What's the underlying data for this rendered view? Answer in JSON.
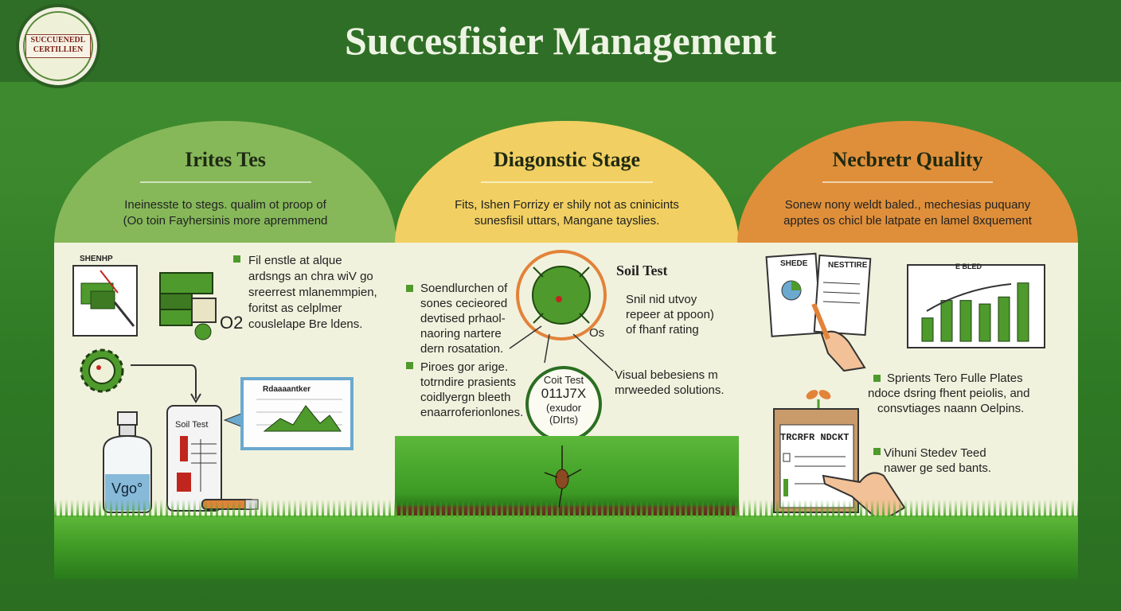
{
  "header": {
    "title": "Succesfisier Management",
    "seal_text": "SUCCUENEDL CERTILLIEN"
  },
  "colors": {
    "header_bg": "#2f6e26",
    "panel_bg": "#f1f2dd",
    "dome_left": "#86b85a",
    "dome_middle": "#f1cf62",
    "dome_right": "#df8f3a",
    "accent_green": "#4e9a2c",
    "accent_red": "#c0261d"
  },
  "panels": [
    {
      "title": "Irites Tes",
      "description_line1": "Ineinesste to stegs. qualim ot proop of",
      "description_line2": "(Oo toin Fayhersinis more apremmend",
      "bullet_text": [
        "Fil enstle at alque",
        "ardsngs an chra wiV go",
        "sreerrest mlanemmpien,",
        "foritst as celplmer",
        "couslelape Bre ldens."
      ],
      "label_o2": "O2",
      "notebook_label": "SHENHP",
      "chart_card_title": "Rdaaaantker",
      "device_label": "Soil Test",
      "bottle_label": "Vgo°"
    },
    {
      "title": "Diagonstic Stage",
      "description_line1": "Fits, Ishen Forrizy er shily not as cninicints",
      "description_line2": "sunesfisil uttars, Mangane tayslies.",
      "soil_test_label": "Soil Test",
      "soil_test_lines": [
        "Snil nid utvoy",
        "repeer at ppoon)",
        "of fhanf rating"
      ],
      "os_label": "Os",
      "left_lines_a": [
        "Soendlurchen of",
        "sones cecieored",
        "devtised prhaol-",
        "naoring nartere",
        "dern rosatation."
      ],
      "left_lines_b": [
        "Piroes gor arige.",
        "totrndire prasients",
        "coidlyergn bleeth",
        "enaarroferionlones."
      ],
      "circle_lines": [
        "Coit Test",
        "011J7X",
        "(exudor",
        "(DIrts)"
      ],
      "right_lines": [
        "Visual bebesiens m",
        "mrweeded solutions."
      ]
    },
    {
      "title": "Necbretr Quality",
      "description_line1": "Sonew nony weldt baled., mechesias puquany",
      "description_line2": "apptes os chicl ble latpate en lamel 8xquement",
      "doc_label_a": "SHEDE",
      "doc_label_b": "NESTTIRE",
      "chart_label": "E BLED",
      "bullets_a": [
        "Sprients Tero Fulle Plates",
        "ndoce dsring fhent peiolis, and",
        "consvtiages naann Oelpins."
      ],
      "clipboard_title": "TRCRFR NDCKT",
      "bullets_b": [
        "Vihuni Stedev Teed",
        "nawer ge sed bants."
      ]
    }
  ],
  "chart_data": {
    "type": "bar",
    "title": "E BLED",
    "categories": [
      "",
      "",
      "",
      "",
      "",
      ""
    ],
    "values": [
      2,
      3.5,
      3.5,
      3.2,
      3.8,
      5.0
    ],
    "trend": "increasing",
    "grid": false
  }
}
